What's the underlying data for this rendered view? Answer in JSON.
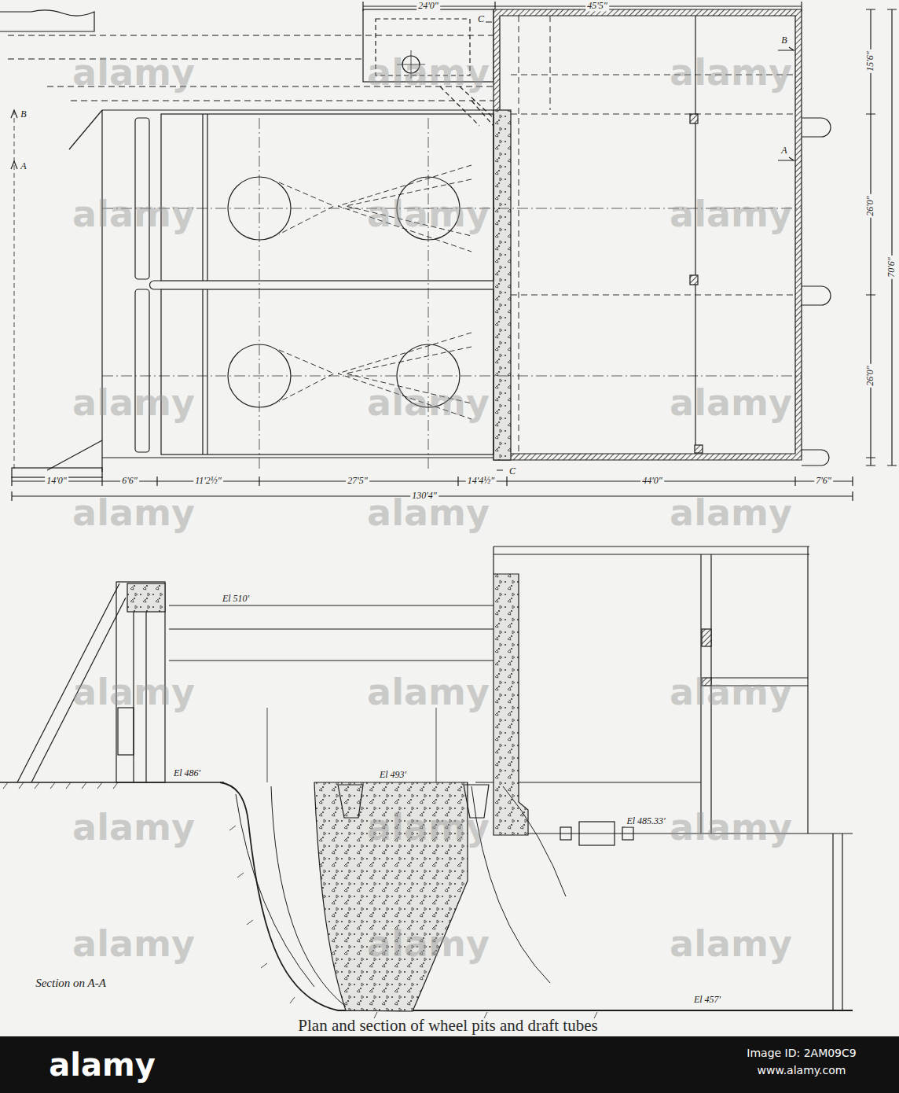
{
  "diagram": {
    "caption": "Plan and section of wheel pits and draft tubes",
    "labels": [
      "24'0\"",
      "45'5\"",
      "C",
      "B",
      "15'6\"",
      "A",
      "26'0\"",
      "70'6\"",
      "26'0\"",
      "B",
      "A",
      "C",
      "14'0\"",
      "6'6\"",
      "11'2½\"",
      "27'5\"",
      "14'4½\"",
      "44'0\"",
      "7'6\"",
      "130'4\"",
      "El 510'",
      "El 486'",
      "El 493'",
      "El 485.33'",
      "El 457'",
      "Section on A-A",
      "alamy",
      "alamy",
      "alamy",
      "alamy",
      "alamy",
      "alamy",
      "alamy",
      "alamy",
      "alamy",
      "alamy",
      "alamy",
      "alamy",
      "alamy",
      "alamy",
      "alamy",
      "alamy",
      "alamy",
      "alamy",
      "alamy",
      "alamy",
      "alamy",
      "alamy",
      "Image ID: 2AM09C9",
      "www.alamy.com"
    ]
  }
}
